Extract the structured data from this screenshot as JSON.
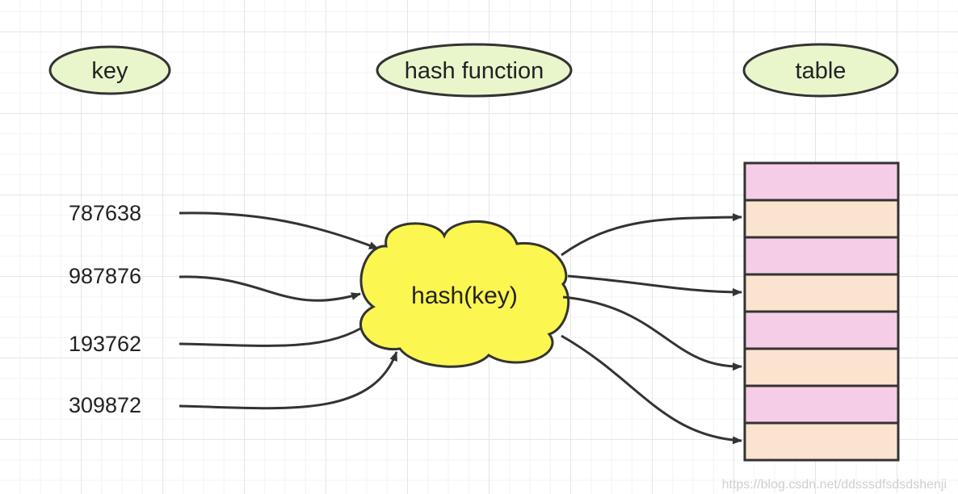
{
  "headers": {
    "key": "key",
    "hash_function": "hash function",
    "table": "table"
  },
  "keys": [
    "787638",
    "987876",
    "193762",
    "309872"
  ],
  "cloud_label": "hash(key)",
  "table_row_colors": [
    "#f6cde6",
    "#fbe4cf",
    "#f6cde6",
    "#fbe4cf",
    "#f6cde6",
    "#fbe4cf",
    "#f6cde6",
    "#fbe4cf"
  ],
  "colors": {
    "ellipse_fill": "#e9f6cc",
    "cloud_fill": "#fcf650",
    "stroke": "#333333"
  },
  "watermark": "https://blog.csdn.net/ddsssdfsdsdshenji"
}
